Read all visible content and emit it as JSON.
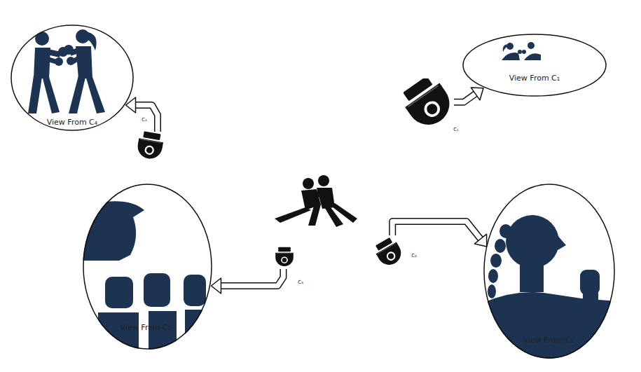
{
  "diagram": {
    "nodes": [
      {
        "text": [
          "View From C₄"
        ]
      },
      {
        "text": [
          "View From C₁"
        ]
      },
      {
        "text": [
          "C₁"
        ]
      },
      {
        "text": [
          "C₄"
        ]
      },
      {
        "text": [
          "View From C₃"
        ]
      },
      {
        "text": [
          "C₃"
        ]
      },
      {
        "text": [
          "C₂"
        ]
      },
      {
        "text": [
          "View From C₂"
        ]
      }
    ],
    "edges": [
      {
        "from": 3,
        "to": 0,
        "arrow": "to"
      },
      {
        "from": 2,
        "to": 1,
        "arrow": "to"
      },
      {
        "from": 5,
        "to": 4,
        "arrow": "to"
      },
      {
        "from": 6,
        "to": 7,
        "arrow": "to"
      }
    ]
  }
}
